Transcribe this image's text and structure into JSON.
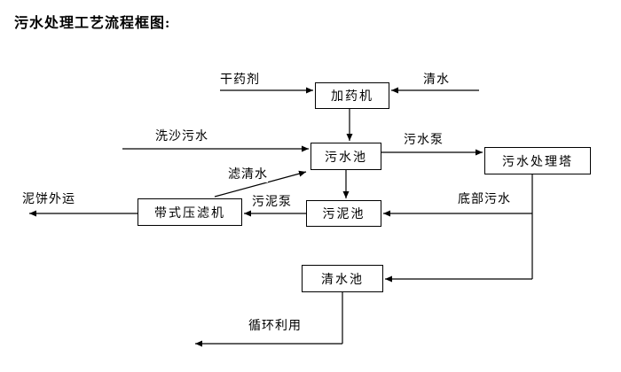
{
  "title": "污水处理工艺流程框图:",
  "nodes": {
    "dosing_machine": "加药机",
    "sewage_pool": "污水池",
    "treatment_tower": "污水处理塔",
    "sludge_pool": "污泥池",
    "belt_filter_press": "带式压滤机",
    "clean_water_pool": "清水池"
  },
  "edge_labels": {
    "dry_chemical": "干药剂",
    "clean_water": "清水",
    "sand_wash_sewage": "洗沙污水",
    "sewage_pump": "污水泵",
    "filtered_water": "滤清水",
    "sludge_pump": "污泥泵",
    "mud_cake_out": "泥饼外运",
    "bottom_sewage": "底部污水",
    "recycle_use": "循环利用"
  },
  "edges": [
    {
      "label": "干药剂",
      "to": "加药机"
    },
    {
      "label": "清水",
      "to": "加药机"
    },
    {
      "from": "加药机",
      "to": "污水池"
    },
    {
      "label": "洗沙污水",
      "to": "污水池"
    },
    {
      "from": "污水池",
      "label": "污水泵",
      "to": "污水处理塔"
    },
    {
      "from": "污水池",
      "to": "污泥池"
    },
    {
      "from": "带式压滤机",
      "label": "滤清水",
      "to": "污水池"
    },
    {
      "from": "污泥池",
      "label": "污泥泵",
      "to": "带式压滤机"
    },
    {
      "from": "带式压滤机",
      "label": "泥饼外运"
    },
    {
      "from": "污水处理塔",
      "label": "底部污水",
      "to": "污泥池"
    },
    {
      "from": "污水处理塔",
      "to": "清水池"
    },
    {
      "from": "清水池",
      "label": "循环利用"
    }
  ]
}
